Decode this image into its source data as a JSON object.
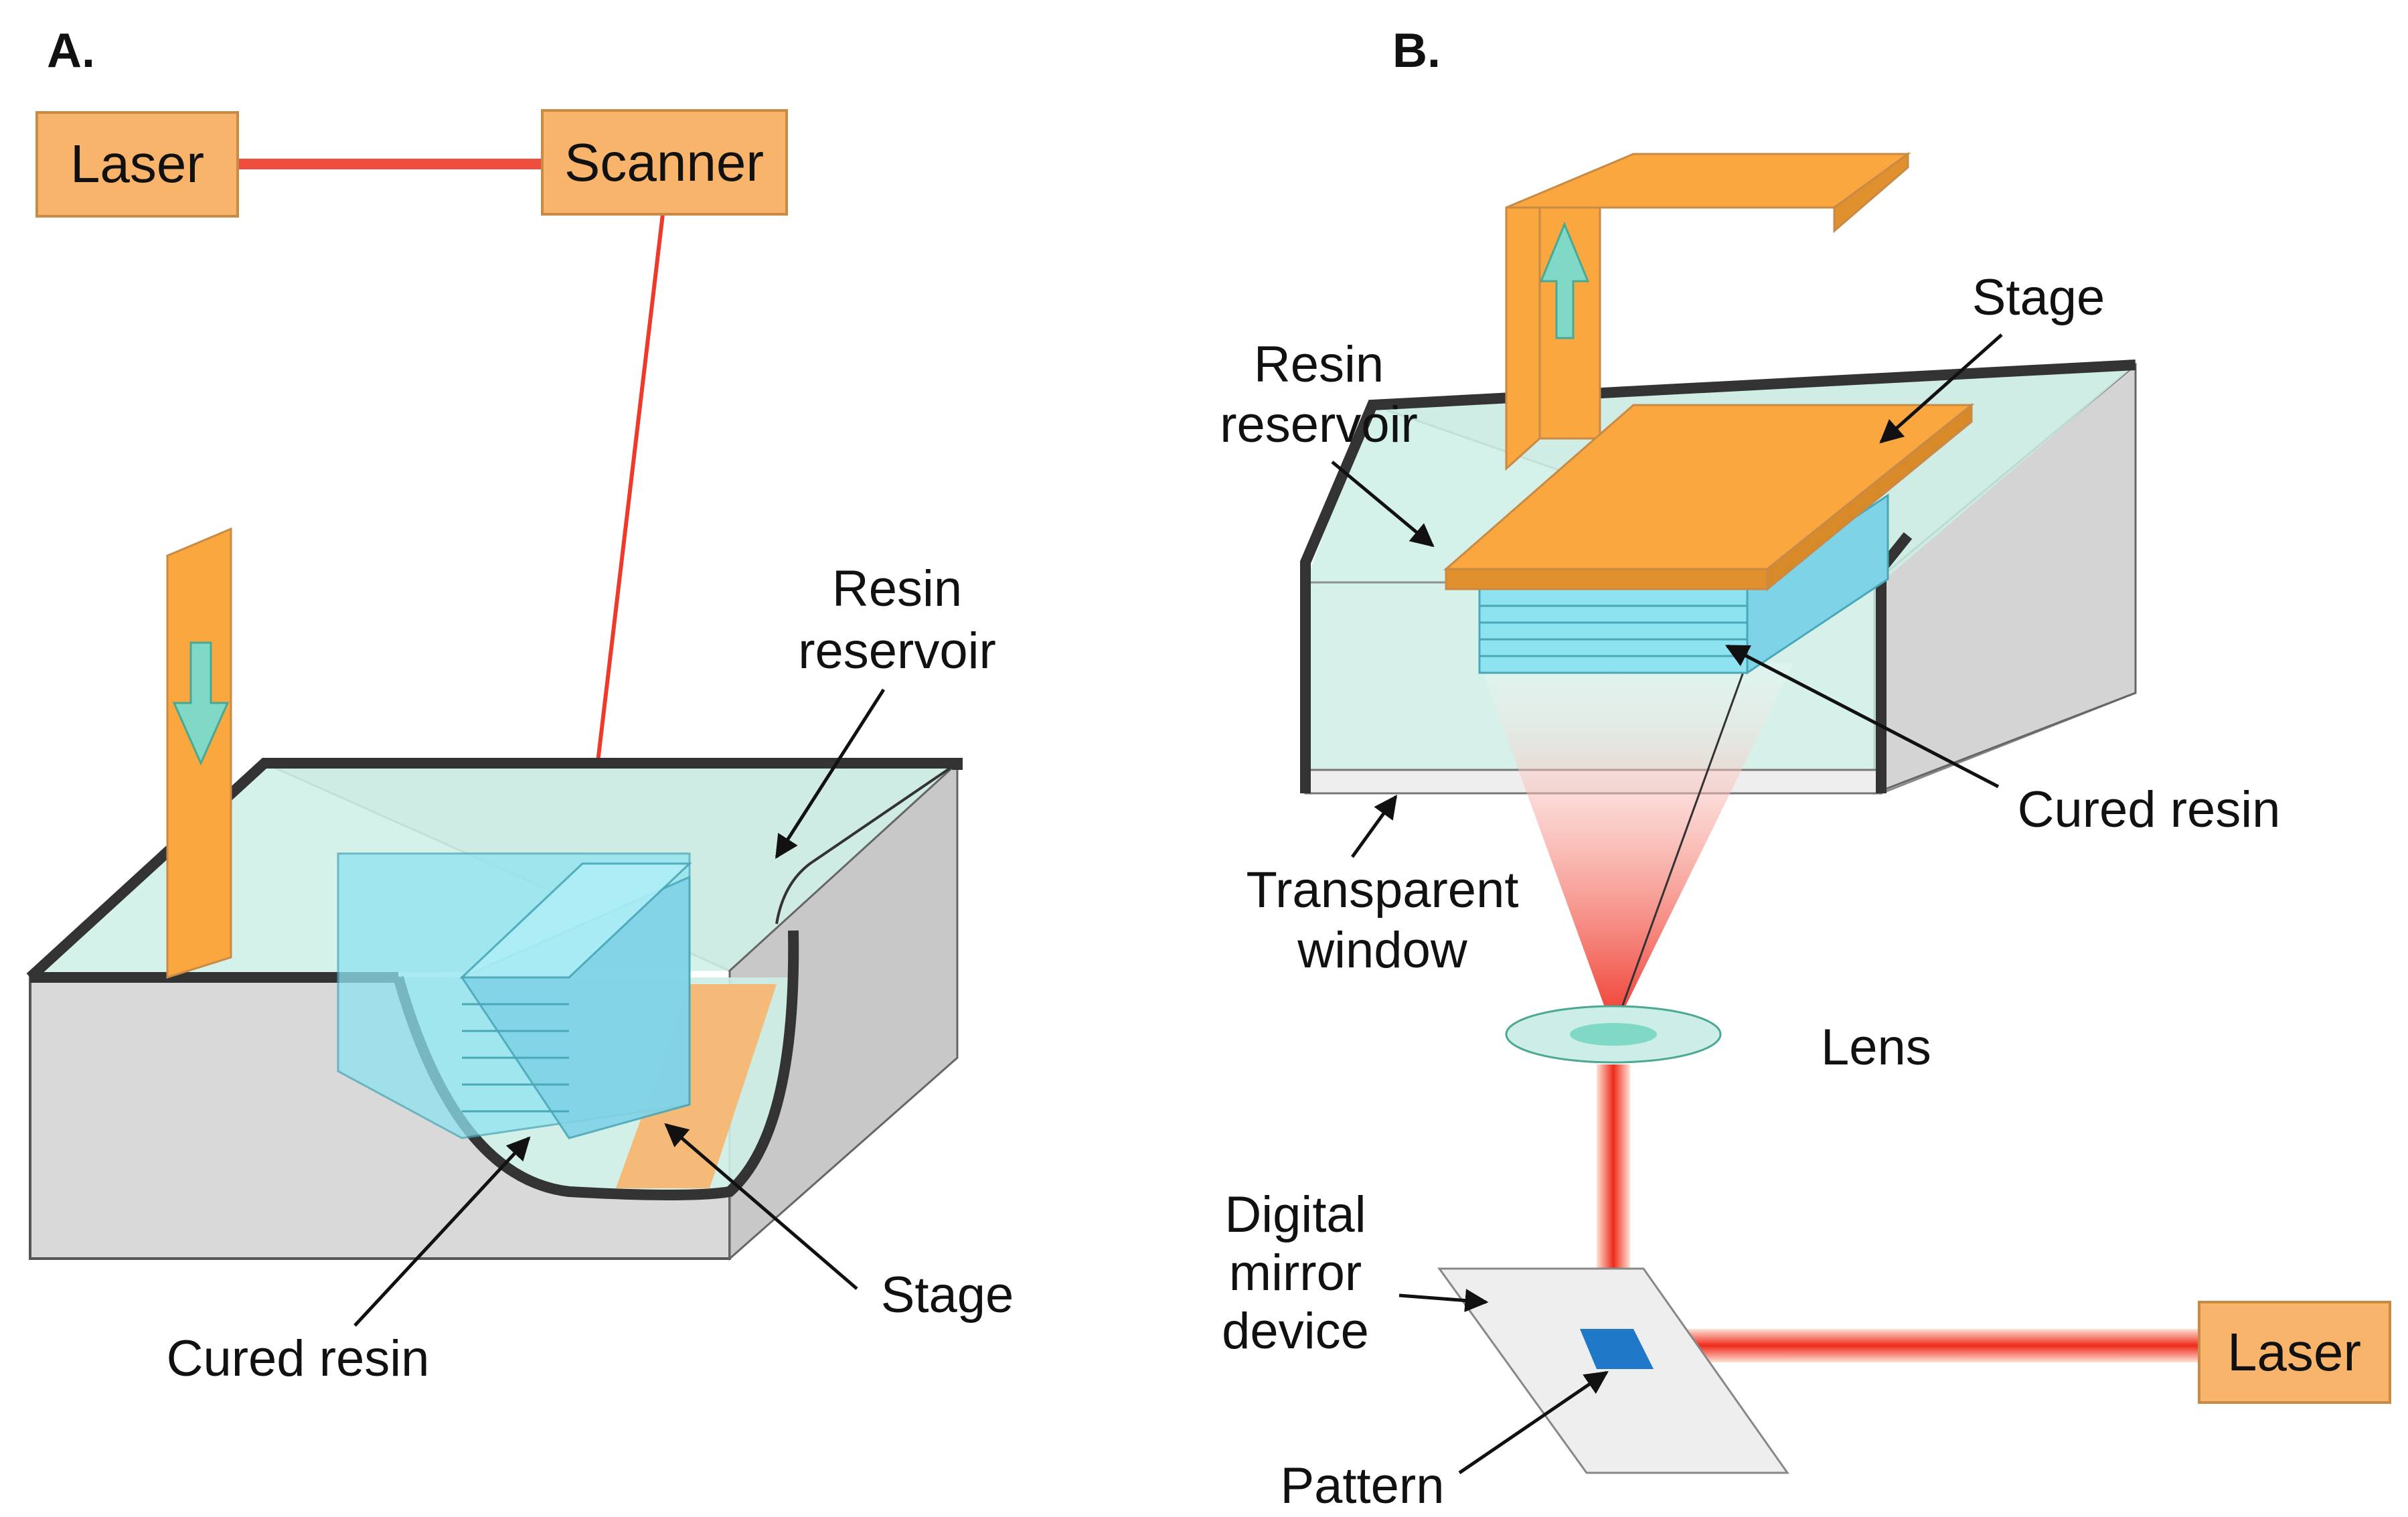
{
  "panels": {
    "a": {
      "label": "A.",
      "laser": "Laser",
      "scanner": "Scanner",
      "resin_reservoir": [
        "Resin",
        "reservoir"
      ],
      "cured_resin": "Cured resin",
      "stage": "Stage"
    },
    "b": {
      "label": "B.",
      "stage": "Stage",
      "resin_reservoir": [
        "Resin",
        "reservoir"
      ],
      "cured_resin": "Cured resin",
      "transparent_window": [
        "Transparent",
        "window"
      ],
      "lens": "Lens",
      "digital_mirror_device": [
        "Digital",
        "mirror",
        "device"
      ],
      "pattern": "Pattern",
      "laser": "Laser"
    }
  },
  "colors": {
    "box_fill": "#f9b46b",
    "box_stroke": "#c98a45",
    "stage_orange": "#f9a73e",
    "laser_red": "#ee3a2a",
    "resin": "#cdeee6",
    "cured": "#8ee3f1",
    "tank_gray": "#d9d9d9",
    "wall_dark": "#333333",
    "arrow_teal": "#7fd9c6"
  }
}
